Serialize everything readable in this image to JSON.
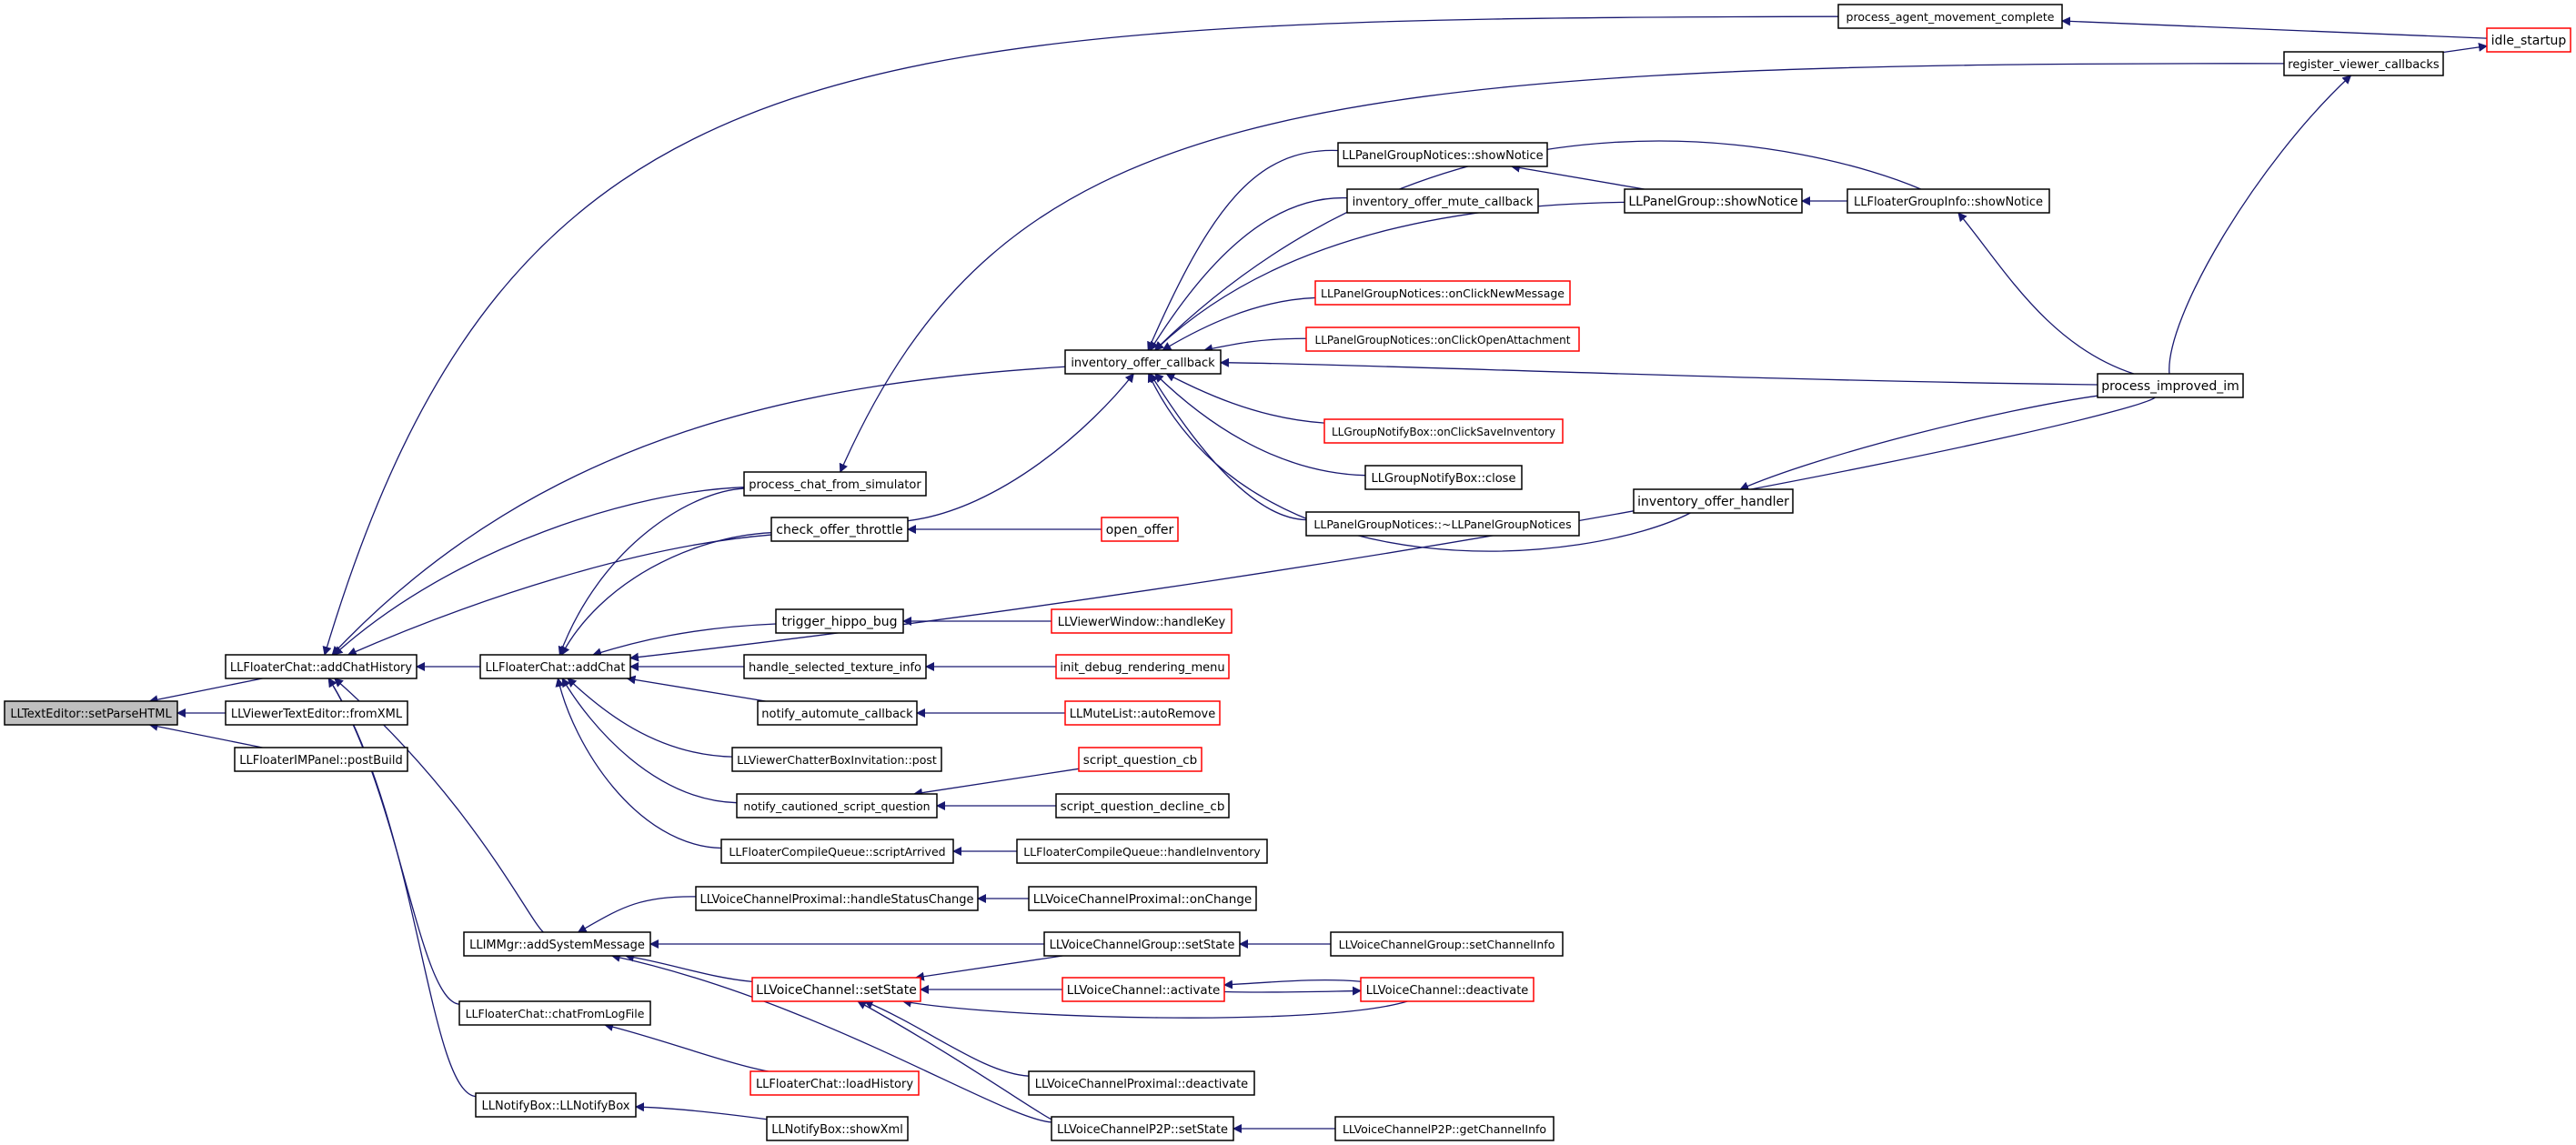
{
  "nodes": [
    {
      "id": "n01",
      "label": "LLTextEditor::setParseHTML",
      "style": "focus"
    },
    {
      "id": "n02",
      "label": "LLFloaterChat::addChatHistory",
      "style": "normal"
    },
    {
      "id": "n03",
      "label": "LLViewerTextEditor::fromXML",
      "style": "normal"
    },
    {
      "id": "n04",
      "label": "LLFloaterIMPanel::postBuild",
      "style": "normal"
    },
    {
      "id": "n05",
      "label": "process_agent_movement_complete",
      "style": "normal"
    },
    {
      "id": "n06",
      "label": "idle_startup",
      "style": "truncated"
    },
    {
      "id": "n07",
      "label": "register_viewer_callbacks",
      "style": "normal"
    },
    {
      "id": "n08",
      "label": "LLPanelGroupNotices::showNotice",
      "style": "normal"
    },
    {
      "id": "n09",
      "label": "inventory_offer_mute_callback",
      "style": "normal"
    },
    {
      "id": "n10",
      "label": "LLPanelGroup::showNotice",
      "style": "normal"
    },
    {
      "id": "n11",
      "label": "LLFloaterGroupInfo::showNotice",
      "style": "normal"
    },
    {
      "id": "n12",
      "label": "LLPanelGroupNotices::onClickNewMessage",
      "style": "truncated"
    },
    {
      "id": "n13",
      "label": "LLPanelGroupNotices::onClickOpenAttachment",
      "style": "truncated"
    },
    {
      "id": "n14",
      "label": "inventory_offer_callback",
      "style": "normal"
    },
    {
      "id": "n15",
      "label": "process_improved_im",
      "style": "normal"
    },
    {
      "id": "n16",
      "label": "LLGroupNotifyBox::onClickSaveInventory",
      "style": "truncated"
    },
    {
      "id": "n17",
      "label": "LLGroupNotifyBox::close",
      "style": "normal"
    },
    {
      "id": "n18",
      "label": "process_chat_from_simulator",
      "style": "normal"
    },
    {
      "id": "n19",
      "label": "inventory_offer_handler",
      "style": "normal"
    },
    {
      "id": "n20",
      "label": "LLPanelGroupNotices::~LLPanelGroupNotices",
      "style": "normal"
    },
    {
      "id": "n21",
      "label": "check_offer_throttle",
      "style": "normal"
    },
    {
      "id": "n22",
      "label": "open_offer",
      "style": "truncated"
    },
    {
      "id": "n23",
      "label": "trigger_hippo_bug",
      "style": "normal"
    },
    {
      "id": "n24",
      "label": "LLViewerWindow::handleKey",
      "style": "truncated"
    },
    {
      "id": "n25",
      "label": "LLFloaterChat::addChat",
      "style": "normal"
    },
    {
      "id": "n26",
      "label": "handle_selected_texture_info",
      "style": "normal"
    },
    {
      "id": "n27",
      "label": "init_debug_rendering_menu",
      "style": "truncated"
    },
    {
      "id": "n28",
      "label": "notify_automute_callback",
      "style": "normal"
    },
    {
      "id": "n29",
      "label": "LLMuteList::autoRemove",
      "style": "truncated"
    },
    {
      "id": "n30",
      "label": "LLViewerChatterBoxInvitation::post",
      "style": "normal"
    },
    {
      "id": "n31",
      "label": "script_question_cb",
      "style": "truncated"
    },
    {
      "id": "n32",
      "label": "notify_cautioned_script_question",
      "style": "normal"
    },
    {
      "id": "n33",
      "label": "script_question_decline_cb",
      "style": "normal"
    },
    {
      "id": "n34",
      "label": "LLFloaterCompileQueue::scriptArrived",
      "style": "normal"
    },
    {
      "id": "n35",
      "label": "LLFloaterCompileQueue::handleInventory",
      "style": "normal"
    },
    {
      "id": "n36",
      "label": "LLVoiceChannelProximal::handleStatusChange",
      "style": "normal"
    },
    {
      "id": "n37",
      "label": "LLVoiceChannelProximal::onChange",
      "style": "normal"
    },
    {
      "id": "n38",
      "label": "LLIMMgr::addSystemMessage",
      "style": "normal"
    },
    {
      "id": "n39",
      "label": "LLVoiceChannelGroup::setState",
      "style": "normal"
    },
    {
      "id": "n40",
      "label": "LLVoiceChannelGroup::setChannelInfo",
      "style": "normal"
    },
    {
      "id": "n41",
      "label": "LLVoiceChannel::setState",
      "style": "truncated"
    },
    {
      "id": "n42",
      "label": "LLVoiceChannel::activate",
      "style": "truncated"
    },
    {
      "id": "n43",
      "label": "LLVoiceChannel::deactivate",
      "style": "truncated"
    },
    {
      "id": "n44",
      "label": "LLFloaterChat::chatFromLogFile",
      "style": "normal"
    },
    {
      "id": "n45",
      "label": "LLFloaterChat::loadHistory",
      "style": "truncated"
    },
    {
      "id": "n46",
      "label": "LLVoiceChannelProximal::deactivate",
      "style": "normal"
    },
    {
      "id": "n47",
      "label": "LLNotifyBox::LLNotifyBox",
      "style": "normal"
    },
    {
      "id": "n48",
      "label": "LLNotifyBox::showXml",
      "style": "normal"
    },
    {
      "id": "n49",
      "label": "LLVoiceChannelP2P::setState",
      "style": "normal"
    },
    {
      "id": "n50",
      "label": "LLVoiceChannelP2P::getChannelInfo",
      "style": "normal"
    }
  ],
  "edges": [
    {
      "from": "n02",
      "to": "n01"
    },
    {
      "from": "n03",
      "to": "n01"
    },
    {
      "from": "n04",
      "to": "n01"
    },
    {
      "from": "n05",
      "to": "n02"
    },
    {
      "from": "n06",
      "to": "n05"
    },
    {
      "from": "n07",
      "to": "n06"
    },
    {
      "from": "n14",
      "to": "n02"
    },
    {
      "from": "n18",
      "to": "n02"
    },
    {
      "from": "n21",
      "to": "n02"
    },
    {
      "from": "n25",
      "to": "n02"
    },
    {
      "from": "n44",
      "to": "n02"
    },
    {
      "from": "n47",
      "to": "n02"
    },
    {
      "from": "n38",
      "to": "n02"
    },
    {
      "from": "n07",
      "to": "n18"
    },
    {
      "from": "n15",
      "to": "n07"
    },
    {
      "from": "n08",
      "to": "n14"
    },
    {
      "from": "n09",
      "to": "n14"
    },
    {
      "from": "n10",
      "to": "n14"
    },
    {
      "from": "n11",
      "to": "n14"
    },
    {
      "from": "n12",
      "to": "n14"
    },
    {
      "from": "n13",
      "to": "n14"
    },
    {
      "from": "n15",
      "to": "n14"
    },
    {
      "from": "n16",
      "to": "n14"
    },
    {
      "from": "n17",
      "to": "n14"
    },
    {
      "from": "n20",
      "to": "n14"
    },
    {
      "from": "n21",
      "to": "n14"
    },
    {
      "from": "n19",
      "to": "n14"
    },
    {
      "from": "n10",
      "to": "n08"
    },
    {
      "from": "n11",
      "to": "n10"
    },
    {
      "from": "n15",
      "to": "n11"
    },
    {
      "from": "n15",
      "to": "n19"
    },
    {
      "from": "n22",
      "to": "n21"
    },
    {
      "from": "n18",
      "to": "n25"
    },
    {
      "from": "n21",
      "to": "n25"
    },
    {
      "from": "n15",
      "to": "n25"
    },
    {
      "from": "n23",
      "to": "n25"
    },
    {
      "from": "n26",
      "to": "n25"
    },
    {
      "from": "n28",
      "to": "n25"
    },
    {
      "from": "n30",
      "to": "n25"
    },
    {
      "from": "n32",
      "to": "n25"
    },
    {
      "from": "n34",
      "to": "n25"
    },
    {
      "from": "n24",
      "to": "n23"
    },
    {
      "from": "n27",
      "to": "n26"
    },
    {
      "from": "n29",
      "to": "n28"
    },
    {
      "from": "n31",
      "to": "n32"
    },
    {
      "from": "n33",
      "to": "n32"
    },
    {
      "from": "n35",
      "to": "n34"
    },
    {
      "from": "n37",
      "to": "n36"
    },
    {
      "from": "n36",
      "to": "n38"
    },
    {
      "from": "n39",
      "to": "n38"
    },
    {
      "from": "n41",
      "to": "n38"
    },
    {
      "from": "n49",
      "to": "n38"
    },
    {
      "from": "n40",
      "to": "n39"
    },
    {
      "from": "n39",
      "to": "n41"
    },
    {
      "from": "n42",
      "to": "n41"
    },
    {
      "from": "n43",
      "to": "n41"
    },
    {
      "from": "n46",
      "to": "n41"
    },
    {
      "from": "n49",
      "to": "n41"
    },
    {
      "from": "n43",
      "to": "n42"
    },
    {
      "from": "n42",
      "to": "n43"
    },
    {
      "from": "n45",
      "to": "n44"
    },
    {
      "from": "n48",
      "to": "n47"
    },
    {
      "from": "n50",
      "to": "n49"
    }
  ]
}
